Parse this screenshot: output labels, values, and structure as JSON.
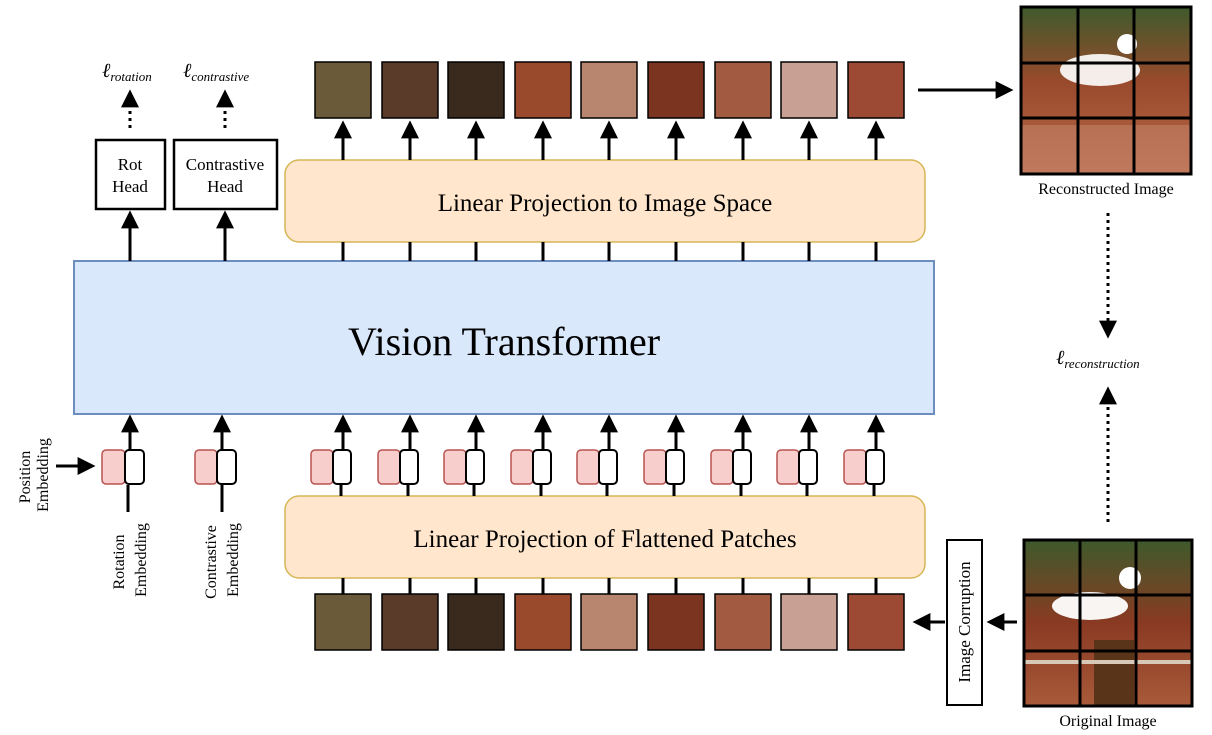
{
  "vit_label": "Vision Transformer",
  "top_projection_label": "Linear Projection to Image Space",
  "bottom_projection_label": "Linear Projection of Flattened Patches",
  "rot_head": {
    "line1": "Rot",
    "line2": "Head"
  },
  "contrastive_head": {
    "line1": "Contrastive",
    "line2": "Head"
  },
  "loss_rotation": {
    "main": "ℓ",
    "sub": "rotation"
  },
  "loss_contrastive": {
    "main": "ℓ",
    "sub": "contrastive"
  },
  "loss_reconstruction": {
    "main": "ℓ",
    "sub": "reconstruction"
  },
  "position_embedding": {
    "line1": "Position",
    "line2": "Embedding"
  },
  "rotation_embedding": {
    "line1": "Rotation",
    "line2": "Embedding"
  },
  "contrastive_embedding": {
    "line1": "Contrastive",
    "line2": "Embedding"
  },
  "image_corruption_label": "Image Corruption",
  "reconstructed_image_label": "Reconstructed Image",
  "original_image_label": "Original Image",
  "patch_count": 9,
  "colors": {
    "vit_fill": "#dae8fc",
    "vit_stroke": "#6c8ebf",
    "projection_fill": "#ffe6cc",
    "projection_stroke": "#d6b656",
    "embedding_fill": "#f8cecc",
    "embedding_stroke": "#b85450",
    "patch_tones": [
      "#6b5a3a",
      "#5a3a28",
      "#3a2a1e",
      "#9a4a2c",
      "#b8866e",
      "#7a3420",
      "#a25a40",
      "#c8a094",
      "#9c4a34"
    ]
  }
}
